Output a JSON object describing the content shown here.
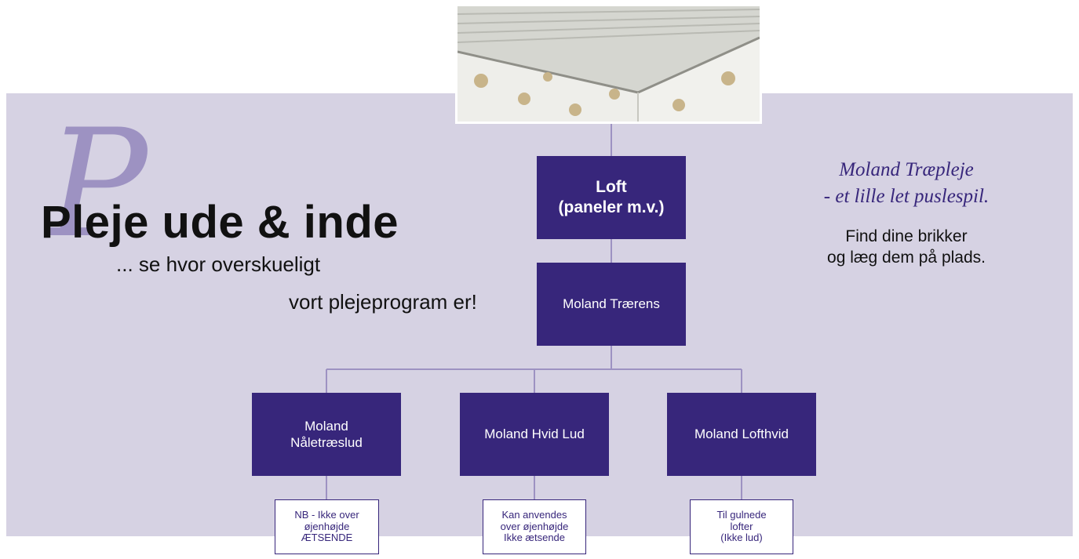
{
  "heading": {
    "initial": "P",
    "title": "Pleje ude & inde",
    "subtitle_line1": "... se hvor overskueligt",
    "subtitle_line2": "vort plejeprogram er!"
  },
  "tagline": {
    "text": "Moland Træpleje\n- et lille let puslespil.",
    "instruction": "Find dine brikker\nog læg dem på plads."
  },
  "diagram": {
    "root": "Loft\n(paneler m.v.)",
    "cleaner": "Moland Trærens",
    "products": [
      {
        "label": "Moland\nNåletræslud",
        "note": "NB - Ikke over\nøjenhøjde\nÆTSENDE"
      },
      {
        "label": "Moland Hvid Lud",
        "note": "Kan anvendes\nover øjenhøjde\nIkke ætsende"
      },
      {
        "label": "Moland Lofthvid",
        "note": "Til gulnede\nlofter\n(Ikke lud)"
      }
    ]
  },
  "colors": {
    "band": "#d6d2e3",
    "node": "#37267b",
    "connector": "#9d92c2",
    "initial": "#9d92c2"
  }
}
